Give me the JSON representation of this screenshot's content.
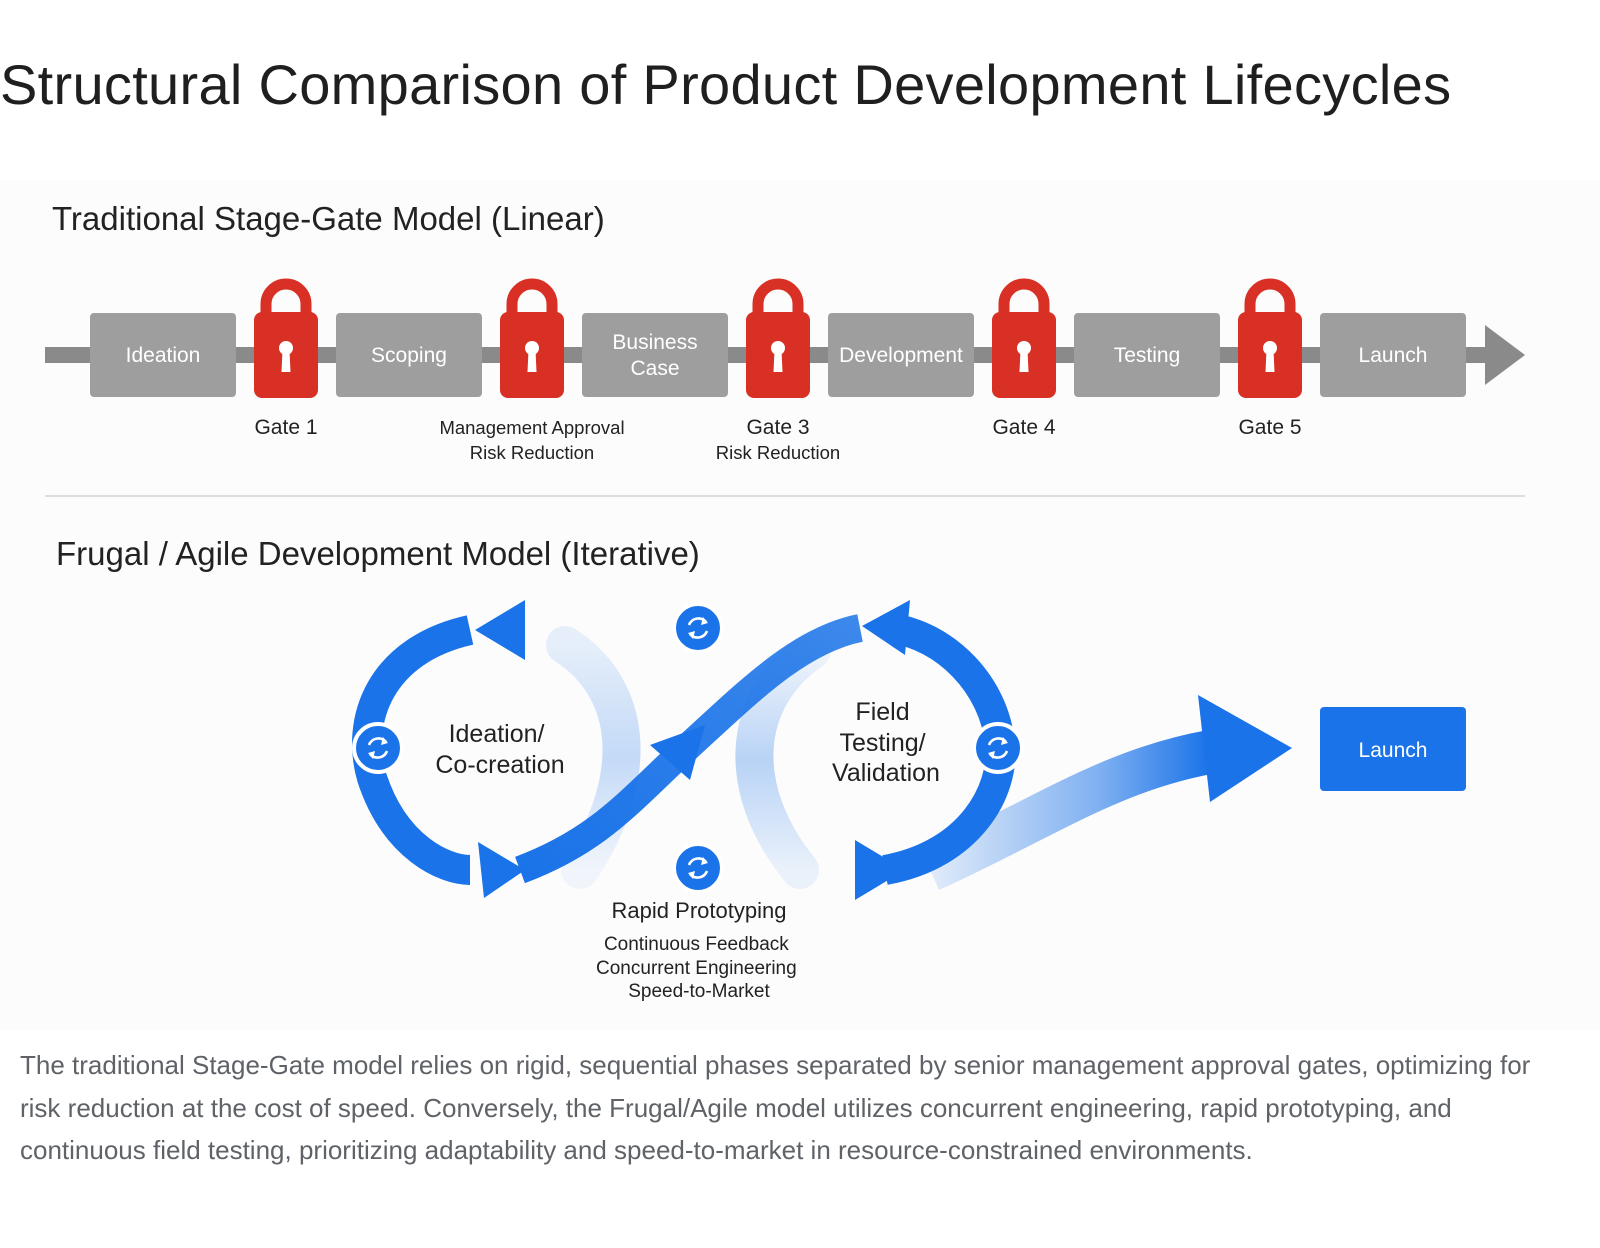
{
  "page_title": "Structural Comparison of Product Development Lifecycles",
  "traditional": {
    "heading": "Traditional Stage-Gate Model (Linear)",
    "stages": [
      {
        "lines": [
          "Ideation"
        ]
      },
      {
        "lines": [
          "Scoping"
        ]
      },
      {
        "lines": [
          "Business",
          "Case"
        ]
      },
      {
        "lines": [
          "Development"
        ]
      },
      {
        "lines": [
          "Testing"
        ]
      },
      {
        "lines": [
          "Launch"
        ]
      }
    ],
    "gates": [
      {
        "icon": "padlock-icon",
        "label_lines": [
          "Gate 1"
        ]
      },
      {
        "icon": "padlock-icon",
        "label_lines": [
          "Management Approval",
          "Risk Reduction"
        ]
      },
      {
        "icon": "padlock-icon",
        "label_lines": [
          "Gate 3",
          "Risk Reduction"
        ]
      },
      {
        "icon": "padlock-icon",
        "label_lines": [
          "Gate 4"
        ]
      },
      {
        "icon": "padlock-icon",
        "label_lines": [
          "Gate 5"
        ]
      }
    ],
    "colors": {
      "stage": "#9e9e9e",
      "gate": "#d93025",
      "track": "#8a8a8a"
    }
  },
  "agile": {
    "heading": "Frugal / Agile Development Model (Iterative)",
    "left_loop_lines": [
      "Ideation/",
      "Co-creation"
    ],
    "right_loop_lines": [
      "Field",
      "Testing/",
      "Validation"
    ],
    "launch_label": "Launch",
    "prototype_title": "Rapid Prototyping",
    "prototype_notes": [
      "Continuous Feedback",
      "Concurrent Engineering",
      "Speed-to-Market"
    ],
    "cycle_icon": "refresh-cycle-icon",
    "colors": {
      "loop": "#1a73e8",
      "launch": "#1a73e8"
    }
  },
  "caption": "The traditional Stage-Gate model relies on rigid, sequential phases separated by senior management approval gates, optimizing for risk reduction at the cost of speed. Conversely, the Frugal/Agile model utilizes concurrent engineering, rapid prototyping, and continuous field testing, prioritizing adaptability and speed-to-market in resource-constrained environments."
}
